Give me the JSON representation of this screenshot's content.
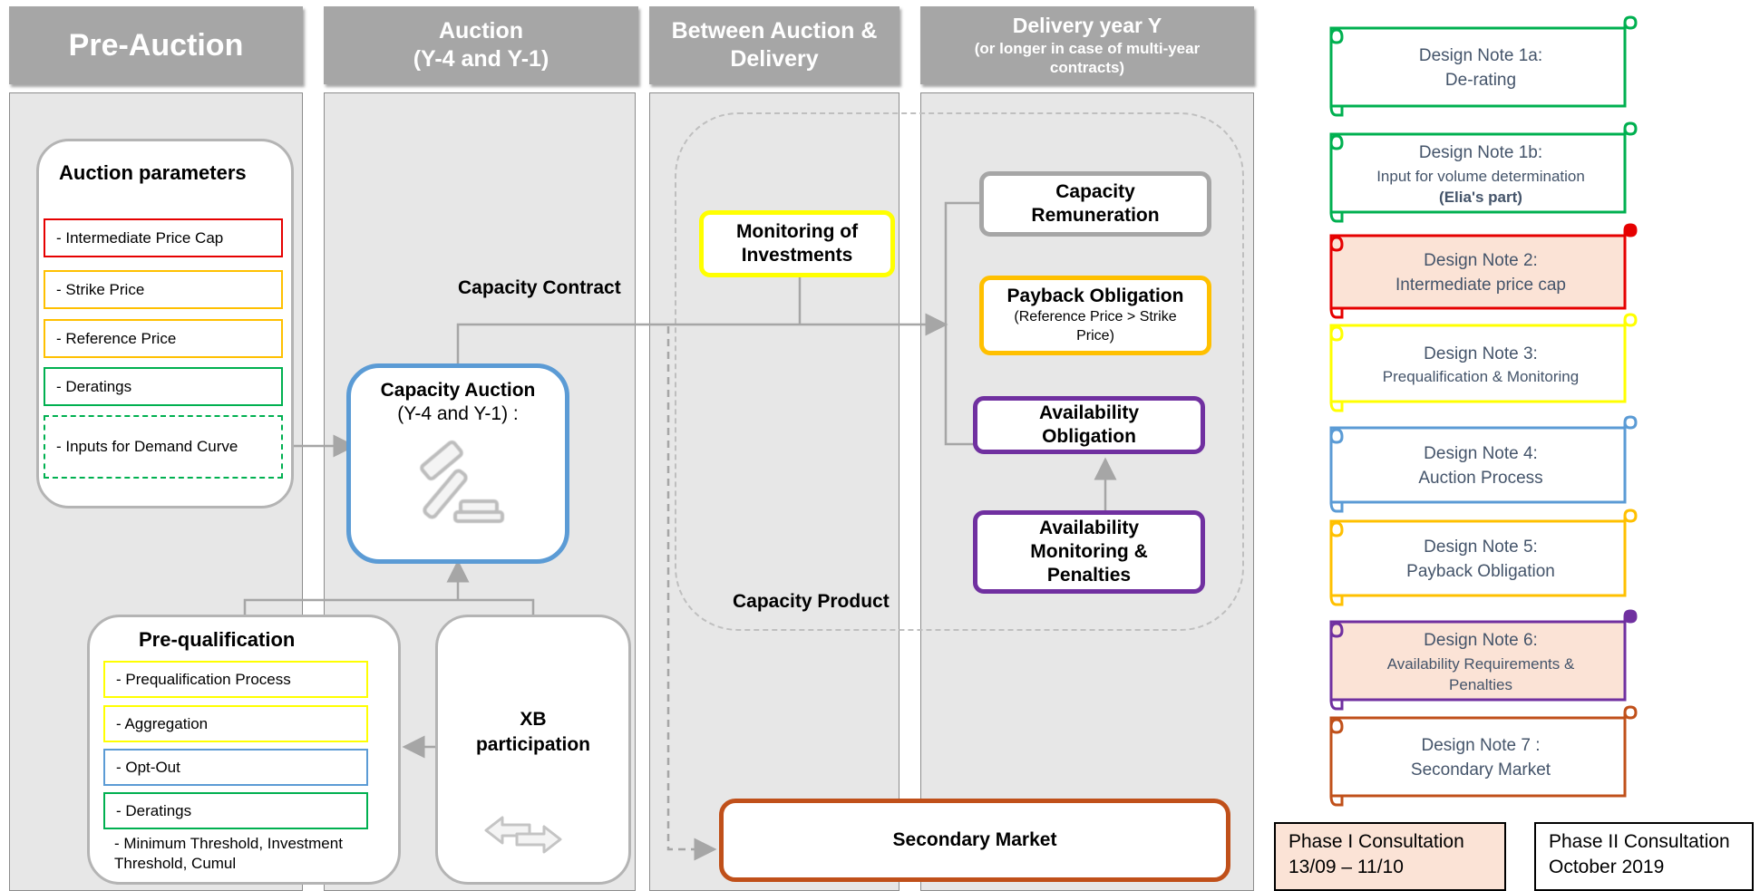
{
  "columns": [
    {
      "title": "Pre-Auction",
      "subtitle": ""
    },
    {
      "title": "Auction",
      "subtitle": "(Y-4 and Y-1)"
    },
    {
      "title": "Between Auction &",
      "subtitle": "Delivery"
    },
    {
      "title": "Delivery year Y",
      "subtitle": "(or longer in case of multi-year contracts)"
    }
  ],
  "auction_parameters": {
    "title": "Auction parameters",
    "items": [
      {
        "label": "-   Intermediate Price Cap",
        "color": "#e60000"
      },
      {
        "label": "-   Strike Price",
        "color": "#ffc000"
      },
      {
        "label": "-   Reference Price",
        "color": "#ffc000"
      },
      {
        "label": "-   Deratings",
        "color": "#00b050"
      },
      {
        "label": "-   Inputs for Demand Curve",
        "color": "#00b050"
      }
    ]
  },
  "capacity_auction": {
    "title": "Capacity Auction",
    "subtitle": "(Y-4 and Y-1) :",
    "icon": "gavel-icon",
    "color": "#5b9bd5"
  },
  "capacity_contract_label": "Capacity Contract",
  "capacity_product_label": "Capacity Product",
  "prequalification": {
    "title": "Pre-qualification",
    "items": [
      {
        "label": "-   Prequalification Process",
        "color": "#ffff00"
      },
      {
        "label": "-   Aggregation",
        "color": "#ffff00"
      },
      {
        "label": "-   Opt-Out",
        "color": "#5b9bd5"
      },
      {
        "label": "-   Deratings",
        "color": "#00b050"
      }
    ],
    "extra": "-   Minimum Threshold, Investment Threshold, Cumul"
  },
  "xb": {
    "title_line1": "XB",
    "title_line2": "participation",
    "icon": "arrows-exchange-icon"
  },
  "monitoring": {
    "line1": "Monitoring of",
    "line2": "Investments",
    "color": "#ffff00"
  },
  "delivery_nodes": {
    "capacity_remuneration": {
      "line1": "Capacity",
      "line2": "Remuneration",
      "color": "#a6a6a6"
    },
    "payback": {
      "line1": "Payback Obligation",
      "line2": "(Reference Price > Strike Price)",
      "color": "#ffc000"
    },
    "availability_obligation": {
      "line1": "Availability",
      "line2": "Obligation",
      "color": "#7030a0"
    },
    "availability_monitoring": {
      "line1": "Availability",
      "line2": "Monitoring &",
      "line3": "Penalties",
      "color": "#7030a0"
    }
  },
  "secondary_market": {
    "label": "Secondary Market",
    "color": "#c0501a"
  },
  "design_notes": [
    {
      "line1": "Design Note 1a:",
      "line2": "De-rating",
      "line3": "",
      "color": "#00b050",
      "fill": "#ffffff"
    },
    {
      "line1": "Design Note 1b:",
      "line2": "Input for volume determination",
      "line3": "(Elia's part)",
      "color": "#00b050",
      "fill": "#ffffff"
    },
    {
      "line1": "Design Note 2:",
      "line2": "Intermediate price cap",
      "line3": "",
      "color": "#e60000",
      "fill": "#fbe3d6"
    },
    {
      "line1": "Design Note 3:",
      "line2": "Prequalification & Monitoring",
      "line3": "",
      "color": "#ffff00",
      "fill": "#ffffff"
    },
    {
      "line1": "Design Note 4:",
      "line2": "Auction Process",
      "line3": "",
      "color": "#5b9bd5",
      "fill": "#ffffff"
    },
    {
      "line1": "Design Note 5:",
      "line2": "Payback Obligation",
      "line3": "",
      "color": "#ffc000",
      "fill": "#ffffff"
    },
    {
      "line1": "Design Note 6:",
      "line2": "Availability Requirements &",
      "line3": "Penalties",
      "color": "#7030a0",
      "fill": "#fbe3d6"
    },
    {
      "line1": "Design Note 7 :",
      "line2": "Secondary Market",
      "line3": "",
      "color": "#c0501a",
      "fill": "#ffffff"
    }
  ],
  "phases": [
    {
      "line1": "Phase I Consultation",
      "line2": "13/09 – 11/10",
      "fill": "#fbe3d6"
    },
    {
      "line1": "Phase II Consultation",
      "line2": "October 2019",
      "fill": "#ffffff"
    }
  ]
}
